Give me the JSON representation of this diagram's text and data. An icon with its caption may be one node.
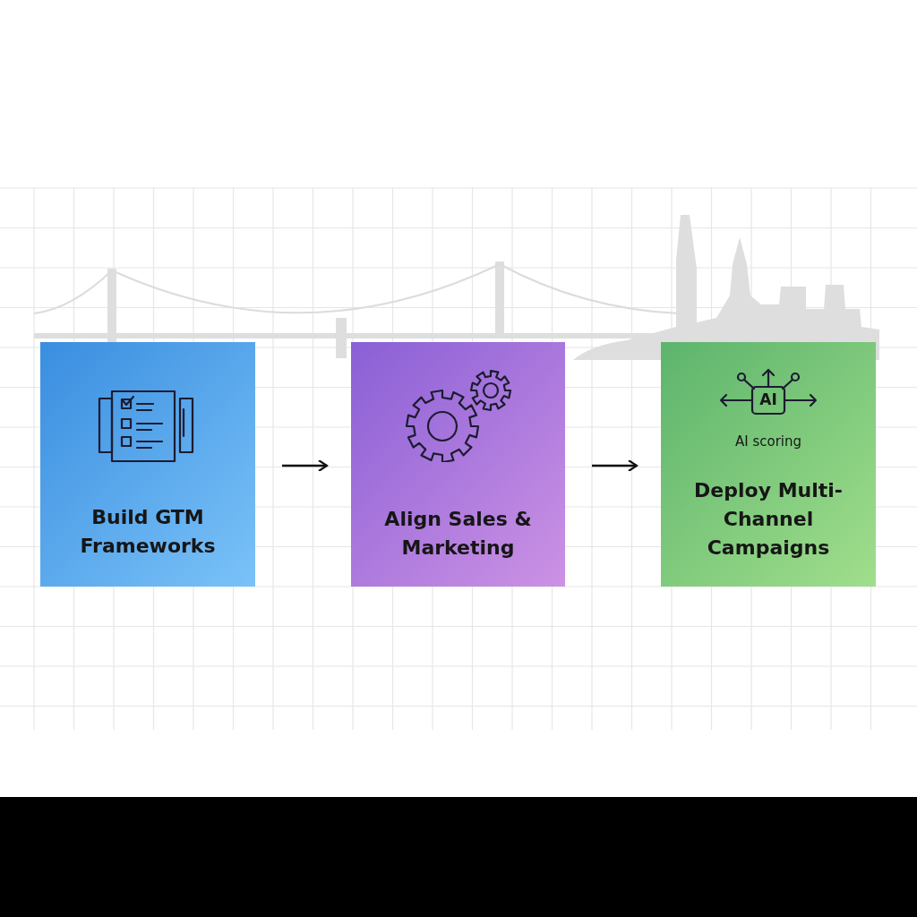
{
  "diagram": {
    "nodes": [
      {
        "text": [
          "Build GTM Frameworks"
        ]
      },
      {
        "text": [
          "Align Sales & Marketing"
        ]
      },
      {
        "text": [
          "AI",
          "AI scoring",
          "Deploy Multi-Channel Campaigns"
        ]
      }
    ],
    "edges": [
      {
        "from": 0,
        "to": 1,
        "arrow": "to"
      },
      {
        "from": 1,
        "to": 2,
        "arrow": "to"
      }
    ]
  }
}
